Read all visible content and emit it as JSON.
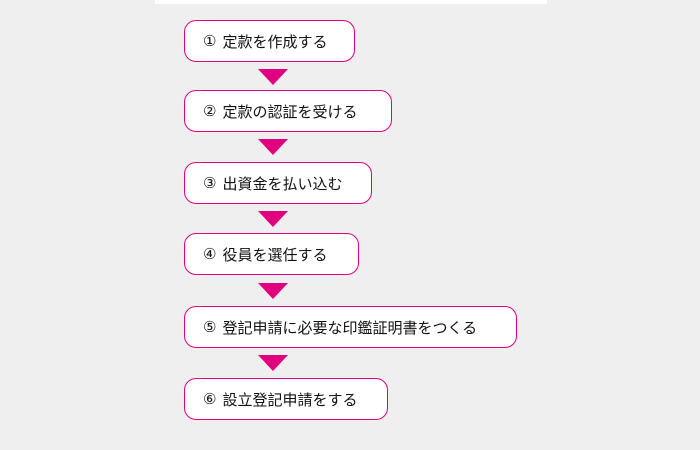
{
  "colors": {
    "accent": "#e0007f",
    "background": "#efefef",
    "box_fill": "#ffffff"
  },
  "steps": [
    {
      "number": "①",
      "label": "定款を作成する"
    },
    {
      "number": "②",
      "label": "定款の認証を受ける"
    },
    {
      "number": "③",
      "label": "出資金を払い込む"
    },
    {
      "number": "④",
      "label": "役員を選任する"
    },
    {
      "number": "⑤",
      "label": "登記申請に必要な印鑑証明書をつくる"
    },
    {
      "number": "⑥",
      "label": "設立登記申請をする"
    }
  ]
}
